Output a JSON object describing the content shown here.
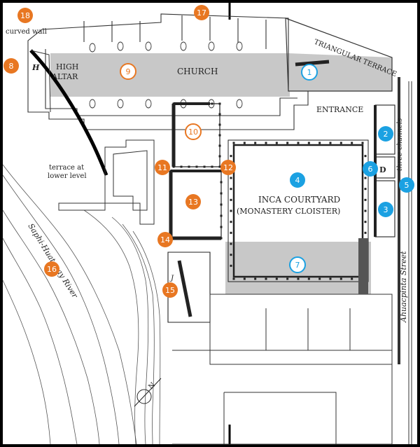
{
  "labels": {
    "triangular_terrace": "TRIANGULAR TERRACE",
    "curved_wall": "curved wall",
    "high_altar": "HIGH ALTAR",
    "church": "CHURCH",
    "entrance": "ENTRANCE",
    "terrace_lower": "terrace at lower level",
    "three_channels": "three channels",
    "d": "D",
    "h": "H",
    "j": "J",
    "inca_courtyard": "INCA COURTYARD",
    "monastery_cloister": "(MONASTERY CLOISTER)",
    "river": "Saphi-Huatanay River",
    "street": "Ahuacpinta Street",
    "north": "N"
  },
  "markers": {
    "m1": "1",
    "m2": "2",
    "m3": "3",
    "m4": "4",
    "m5": "5",
    "m6": "6",
    "m7": "7",
    "m8": "8",
    "m9": "9",
    "m10": "10",
    "m11": "11",
    "m12": "12",
    "m13": "13",
    "m14": "14",
    "m15": "15",
    "m16": "16",
    "m17": "17",
    "m18": "18"
  },
  "colors": {
    "orange": "#e87722",
    "blue": "#1ba1e2",
    "shade": "#c8c8c8",
    "line": "#333333",
    "frame": "#000000",
    "paper": "#ffffff"
  }
}
